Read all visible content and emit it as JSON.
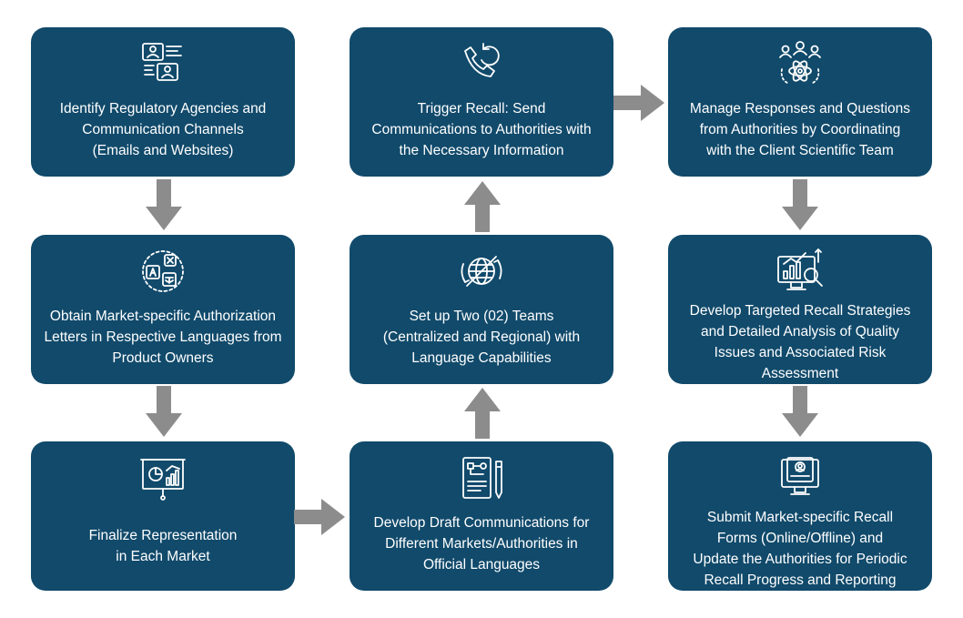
{
  "colors": {
    "box": "#114a6b",
    "arrow": "#8c8c8c",
    "icon": "#ffffff"
  },
  "steps": [
    {
      "icon": "contacts-chat-icon",
      "label": "Identify Regulatory Agencies and\nCommunication  Channels\n(Emails and Websites)"
    },
    {
      "icon": "language-translate-icon",
      "label": "Obtain Market-specific Authorization\nLetters in Respective Languages from\nProduct Owners"
    },
    {
      "icon": "presentation-board-icon",
      "label": "Finalize Representation\nin Each Market"
    },
    {
      "icon": "document-pen-icon",
      "label": "Develop Draft Communications for\nDifferent Markets/Authorities in\nOfficial Languages"
    },
    {
      "icon": "globe-sync-icon",
      "label": "Set up Two (02) Teams\n(Centralized and Regional) with\nLanguage Capabilities"
    },
    {
      "icon": "phone-refresh-icon",
      "label": "Trigger Recall: Send\nCommunications to Authorities with\nthe Necessary Information"
    },
    {
      "icon": "team-network-icon",
      "label": "Manage Responses and Questions\nfrom Authorities by Coordinating\nwith the Client Scientific Team"
    },
    {
      "icon": "analytics-search-icon",
      "label": "Develop Targeted Recall Strategies\nand Detailed Analysis of Quality\nIssues and Associated Risk\nAssessment"
    },
    {
      "icon": "monitor-user-icon",
      "label": "Submit Market-specific Recall\nForms (Online/Offline) and\nUpdate the Authorities for Periodic\nRecall Progress and Reporting"
    }
  ]
}
